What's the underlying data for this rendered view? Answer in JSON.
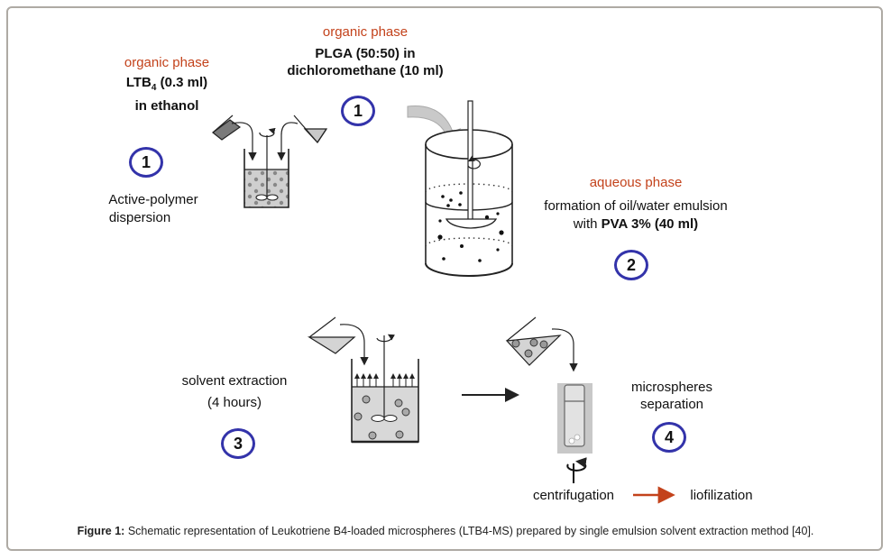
{
  "step1_left": {
    "phase_label": "organic phase",
    "compound": "LTB",
    "compound_subscript": "4",
    "amount": " (0.3 ml)",
    "solvent": "in ethanol",
    "badge": "1",
    "description_line1": "Active-polymer",
    "description_line2": "dispersion"
  },
  "step1_center": {
    "phase_label": "organic phase",
    "line1": "PLGA (50:50) in",
    "line2": "dichloromethane (10 ml)",
    "badge": "1"
  },
  "step2": {
    "phase_label": "aqueous phase",
    "line1": "formation of oil/water emulsion",
    "line2_prefix": "with ",
    "line2_bold": "PVA 3% (40 ml)",
    "badge": "2"
  },
  "step3": {
    "line1": "solvent extraction",
    "line2": "(4 hours)",
    "badge": "3"
  },
  "step4": {
    "line1": "microspheres",
    "line2": "separation",
    "badge": "4",
    "centrifugation": "centrifugation",
    "liofilization": "liofilization"
  },
  "colors": {
    "phase_label": "#c3421b",
    "badge_stroke": "#3333aa",
    "arrow_red": "#c3421b"
  },
  "caption": {
    "label": "Figure 1:",
    "text": " Schematic representation of Leukotriene B4-loaded microspheres (LTB4-MS) prepared by single emulsion solvent extraction method [40]."
  }
}
